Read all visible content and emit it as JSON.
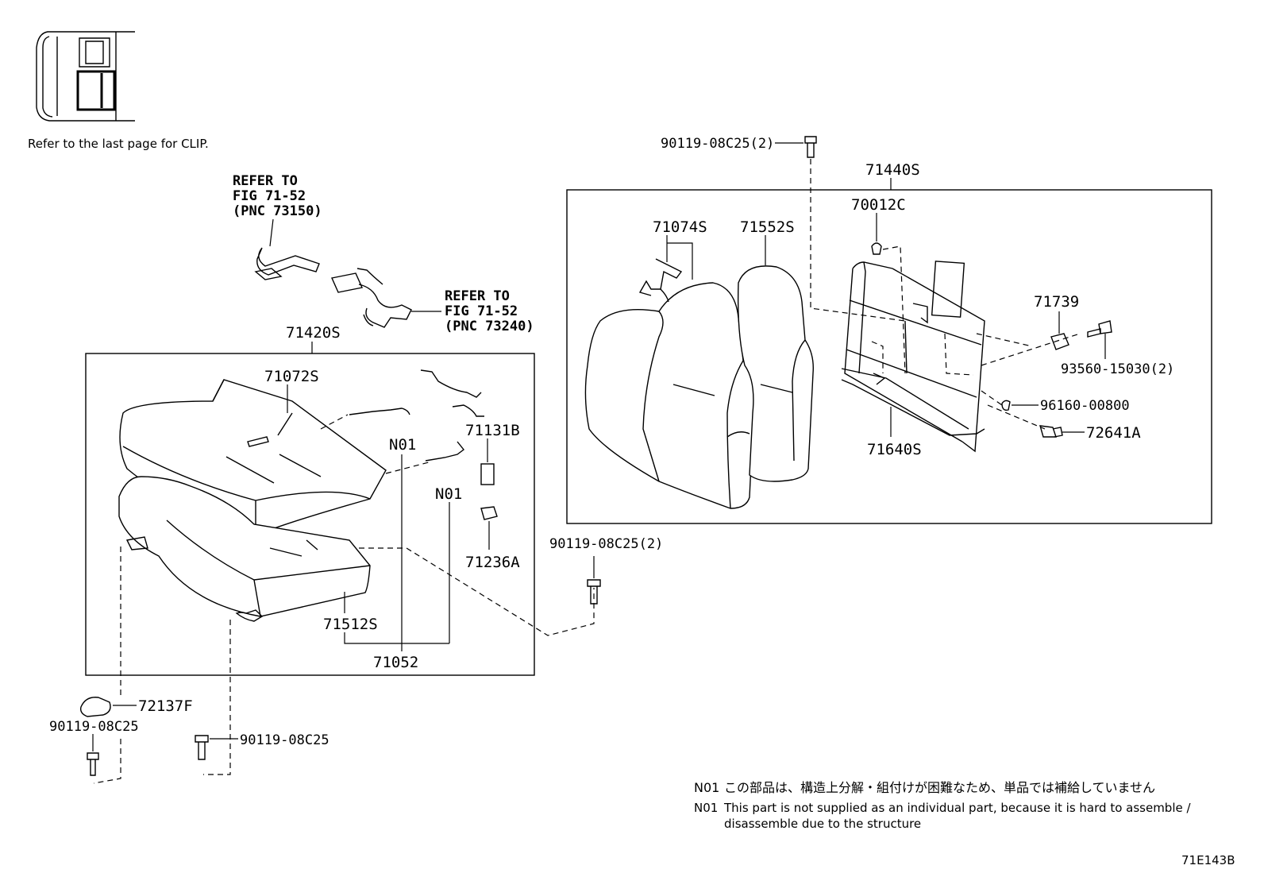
{
  "notes": {
    "clip_ref": "Refer to the last page for CLIP.",
    "n01_jp_tag": "N01",
    "n01_jp_text": "この部品は、構造上分解・組付けが困難なため、単品では補給していません",
    "n01_en_tag": "N01",
    "n01_en_line1": "This part is not supplied as an individual part, because it is hard to assemble /",
    "n01_en_line2": "disassemble due to the structure",
    "figure_code": "71E143B"
  },
  "refer_1": {
    "line1": "REFER TO",
    "line2": "FIG 71-52",
    "line3": "(PNC 73150)"
  },
  "refer_2": {
    "line1": "REFER TO",
    "line2": "FIG 71-52",
    "line3": "(PNC 73240)"
  },
  "parts": {
    "p71420S": "71420S",
    "p71072S": "71072S",
    "p71131B": "71131B",
    "p_n01_a": "N01",
    "p_n01_b": "N01",
    "p71236A": "71236A",
    "p71512S": "71512S",
    "p71052": "71052",
    "p72137F": "72137F",
    "p_bolt_a": "90119-08C25",
    "p_bolt_b": "90119-08C25",
    "p_bolt_c": "90119-08C25(2)",
    "p_bolt_d": "90119-08C25(2)",
    "p71440S": "71440S",
    "p70012C": "70012C",
    "p71074S": "71074S",
    "p71552S": "71552S",
    "p71739": "71739",
    "p93560": "93560-15030(2)",
    "p96160": "96160-00800",
    "p72641A": "72641A",
    "p71640S": "71640S"
  }
}
